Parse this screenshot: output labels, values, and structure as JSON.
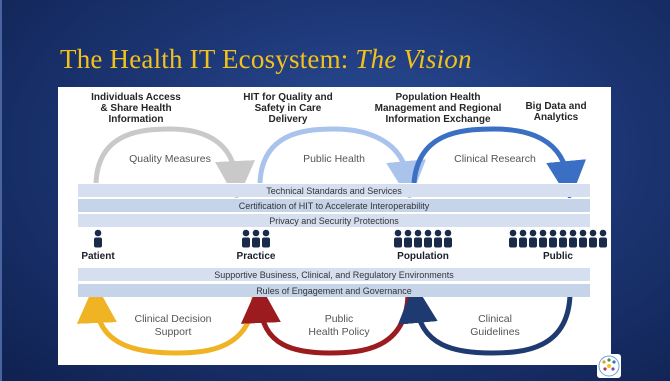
{
  "slide": {
    "title_main": "The Health IT Ecosystem: ",
    "title_emph": "The Vision"
  },
  "diagram": {
    "column_headers": [
      "Individuals Access\n& Share Health\nInformation",
      "HIT for Quality and\nSafety in Care\nDelivery",
      "Population Health\nManagement and Regional\nInformation Exchange",
      "Big Data and\nAnalytics"
    ],
    "top_arcs": [
      "Quality Measures",
      "Public Health",
      "Clinical Research"
    ],
    "top_bars": [
      "Technical Standards and Services",
      "Certification of HIT to Accelerate Interoperability",
      "Privacy and Security Protections"
    ],
    "entities": [
      {
        "label": "Patient",
        "people_count": 1
      },
      {
        "label": "Practice",
        "people_count": 3
      },
      {
        "label": "Population",
        "people_count": 6
      },
      {
        "label": "Public",
        "people_count": 10
      }
    ],
    "bottom_bars": [
      "Supportive Business, Clinical, and Regulatory Environments",
      "Rules of Engagement and Governance"
    ],
    "bottom_arcs": [
      "Clinical Decision\nSupport",
      "Public\nHealth Policy",
      "Clinical\nGuidelines"
    ],
    "colors": {
      "title": "#f2c11c",
      "arc_gray": "#c9c9c9",
      "arc_lightblue": "#a9c3ec",
      "arc_blue": "#3a6fc4",
      "arc_gold": "#f0b323",
      "arc_red": "#9b1b1f",
      "arc_navy": "#1f3a70",
      "people": "#1a2b4a"
    },
    "logo_icon": "logo-icon"
  }
}
